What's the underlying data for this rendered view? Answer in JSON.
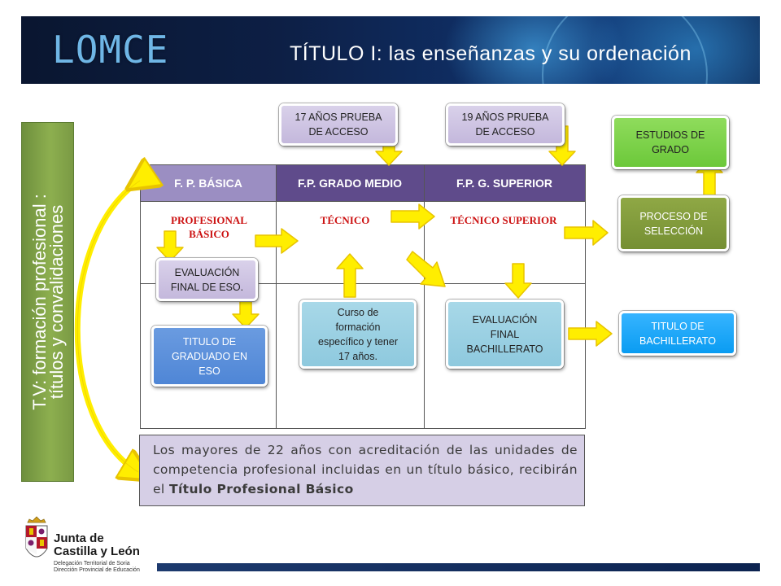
{
  "header": {
    "brand": "LOMCE",
    "title": "TÍTULO I: las enseñanzas y su ordenación"
  },
  "side_label": {
    "line1": "T.V: formación profesional :",
    "line2": "títulos y convalidaciones"
  },
  "table": {
    "headers": [
      "F. P. BÁSICA",
      "F.P. GRADO MEDIO",
      "F.P.  G.  SUPERIOR"
    ],
    "titles": {
      "basica_line1": "PROFESIONAL",
      "basica_line2": "BÁSICO",
      "medio": "TÉCNICO",
      "superior": "TÉCNICO SUPERIOR"
    }
  },
  "boxes": {
    "prueba17_line1": "17 AÑOS PRUEBA",
    "prueba17_line2": "DE ACCESO",
    "prueba19_line1": "19 AÑOS PRUEBA",
    "prueba19_line2": "DE ACCESO",
    "estudios_line1": "ESTUDIOS DE",
    "estudios_line2": "GRADO",
    "proceso_line1": "PROCESO DE",
    "proceso_line2": "SELECCIÓN",
    "eval_eso_line1": "EVALUACIÓN",
    "eval_eso_line2": "FINAL DE ESO.",
    "titulo_eso_line1": "TITULO DE",
    "titulo_eso_line2": "GRADUADO EN",
    "titulo_eso_line3": "ESO",
    "curso_line1": "Curso de",
    "curso_line2": "formación",
    "curso_line3": "específico y tener",
    "curso_line4": "17 años.",
    "eval_bach_line1": "EVALUACIÓN",
    "eval_bach_line2": "FINAL",
    "eval_bach_line3": "BACHILLERATO",
    "titulo_bach_line1": "TITULO DE",
    "titulo_bach_line2": "BACHILLERATO"
  },
  "note": {
    "part1": "Los mayores de 22 años con acreditación de las unidades de competencia profesional incluidas en un título básico, recibirán el ",
    "bold": "Título Profesional Básico"
  },
  "footer": {
    "logo_line1": "Junta de",
    "logo_line2": "Castilla y León",
    "logo_sub1": "Delegación Territorial de Soria",
    "logo_sub2": "Dirección Provincial de Educación"
  },
  "colors": {
    "header_bg": "#0d1f45",
    "table_header": "#5f4b8b",
    "arrow_yellow": "#ffee00",
    "arrow_stroke": "#e8c400",
    "title_red": "#cc1111"
  }
}
